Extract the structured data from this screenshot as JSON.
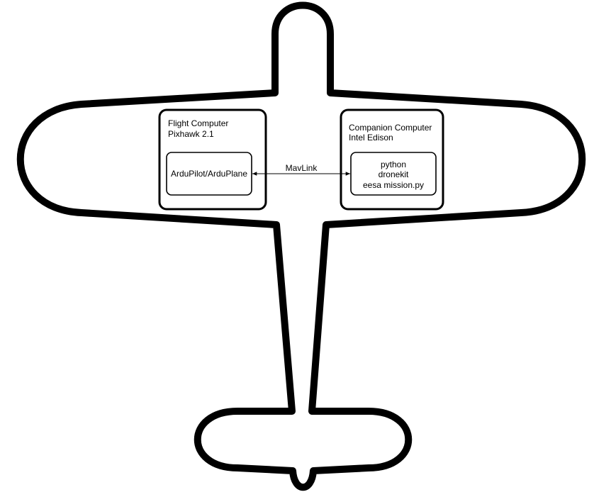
{
  "flight_computer": {
    "title": "Flight Computer",
    "subtitle": "Pixhawk 2.1",
    "software": "ArduPilot/ArduPlane"
  },
  "link": {
    "label": "MavLink"
  },
  "companion_computer": {
    "title": "Companion Computer",
    "subtitle": "Intel Edison",
    "software": [
      "python",
      "dronekit",
      "eesa mission.py"
    ]
  }
}
